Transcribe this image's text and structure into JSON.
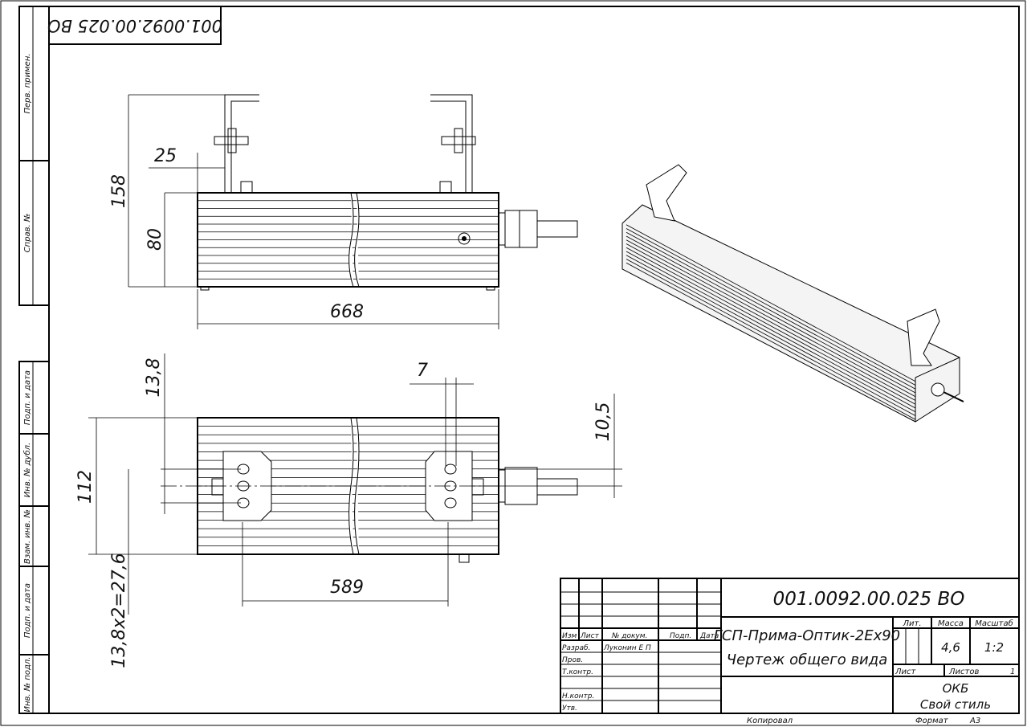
{
  "drawing_code": "001.0092.00.025 ВО",
  "top_stamp_code": "001.0092.00.025 ВО",
  "side_strip": [
    "Перв. примен.",
    "Справ. №",
    "Подп. и дата",
    "Инв. № дубл.",
    "Взам. инв. №",
    "Подп. и дата",
    "Инв. № подл."
  ],
  "dimensions": {
    "top_view": [
      "158",
      "80",
      "25",
      "668"
    ],
    "bottom_view": [
      "13,8",
      "112",
      "13,8x2=27,6",
      "589",
      "7",
      "10,5"
    ]
  },
  "title_block": {
    "headers": [
      "Изм",
      "Лист",
      "№ докум.",
      "Подп.",
      "Дата"
    ],
    "roles": [
      "Разраб.",
      "Пров.",
      "Т.контр.",
      "Н.контр.",
      "Утв."
    ],
    "developer": "Луконин Е П",
    "product_name": "ГСП-Прима-Оптик-2Ex90",
    "document_type": "Чертеж общего вида",
    "lit_label": "Лит.",
    "mass_label": "Масса",
    "scale_label": "Масштаб",
    "mass": "4,6",
    "scale": "1:2",
    "sheet_label": "Лист",
    "sheets_label": "Листов",
    "sheets": "1",
    "org": "ОКБ",
    "org2": "Свой стиль",
    "copied": "Копировал",
    "format_label": "Формат",
    "format": "A3"
  }
}
